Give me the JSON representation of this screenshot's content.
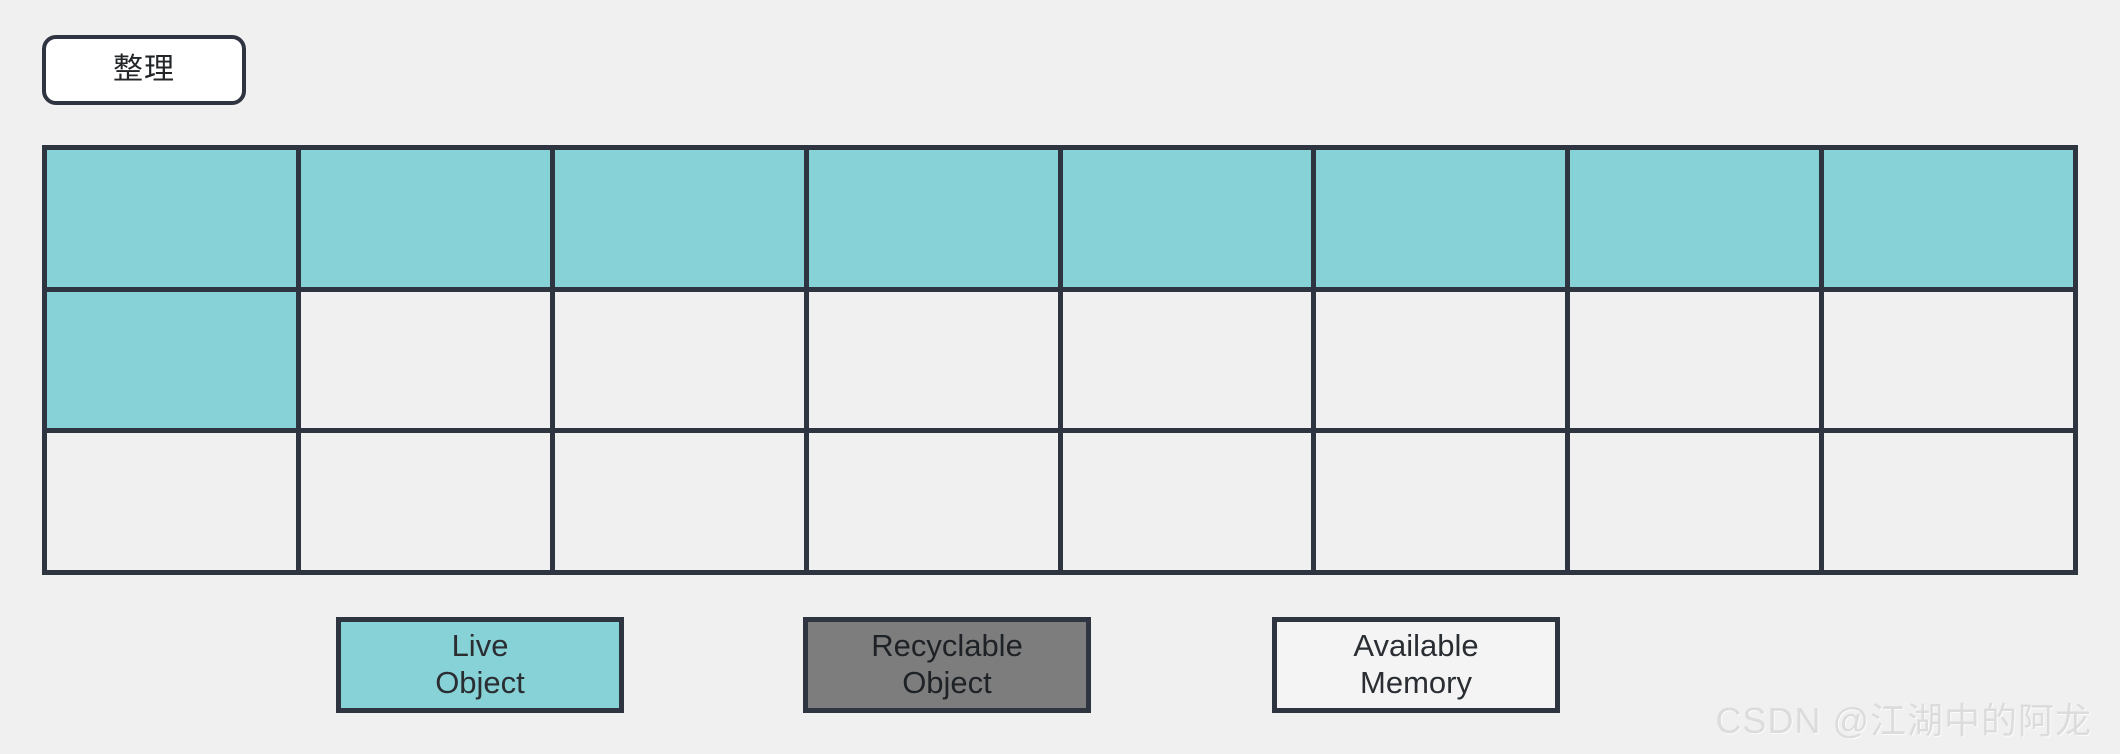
{
  "diagram": {
    "action_box": {
      "label": "整理"
    },
    "grid": {
      "columns": 8,
      "rows": 3,
      "cells": [
        [
          "live",
          "live",
          "live",
          "live",
          "live",
          "live",
          "live",
          "live"
        ],
        [
          "live",
          "available",
          "available",
          "available",
          "available",
          "available",
          "available",
          "available"
        ],
        [
          "available",
          "available",
          "available",
          "available",
          "available",
          "available",
          "available",
          "available"
        ]
      ]
    },
    "legend": {
      "items": [
        {
          "key": "live",
          "line1": "Live",
          "line2": "Object",
          "color": "#87D2D6"
        },
        {
          "key": "recyclable",
          "line1": "Recyclable",
          "line2": "Object",
          "color": "#7D7D7D"
        },
        {
          "key": "available",
          "line1": "Available",
          "line2": "Memory",
          "color": "#F4F4F4"
        }
      ]
    },
    "watermark": {
      "text": "CSDN @江湖中的阿龙"
    },
    "colors": {
      "background": "#F0F0F0",
      "border": "#2E3440",
      "live": "#87D2D6",
      "recyclable": "#7D7D7D",
      "available": "#F0F0F0",
      "box_fill": "#FFFFFF"
    }
  }
}
